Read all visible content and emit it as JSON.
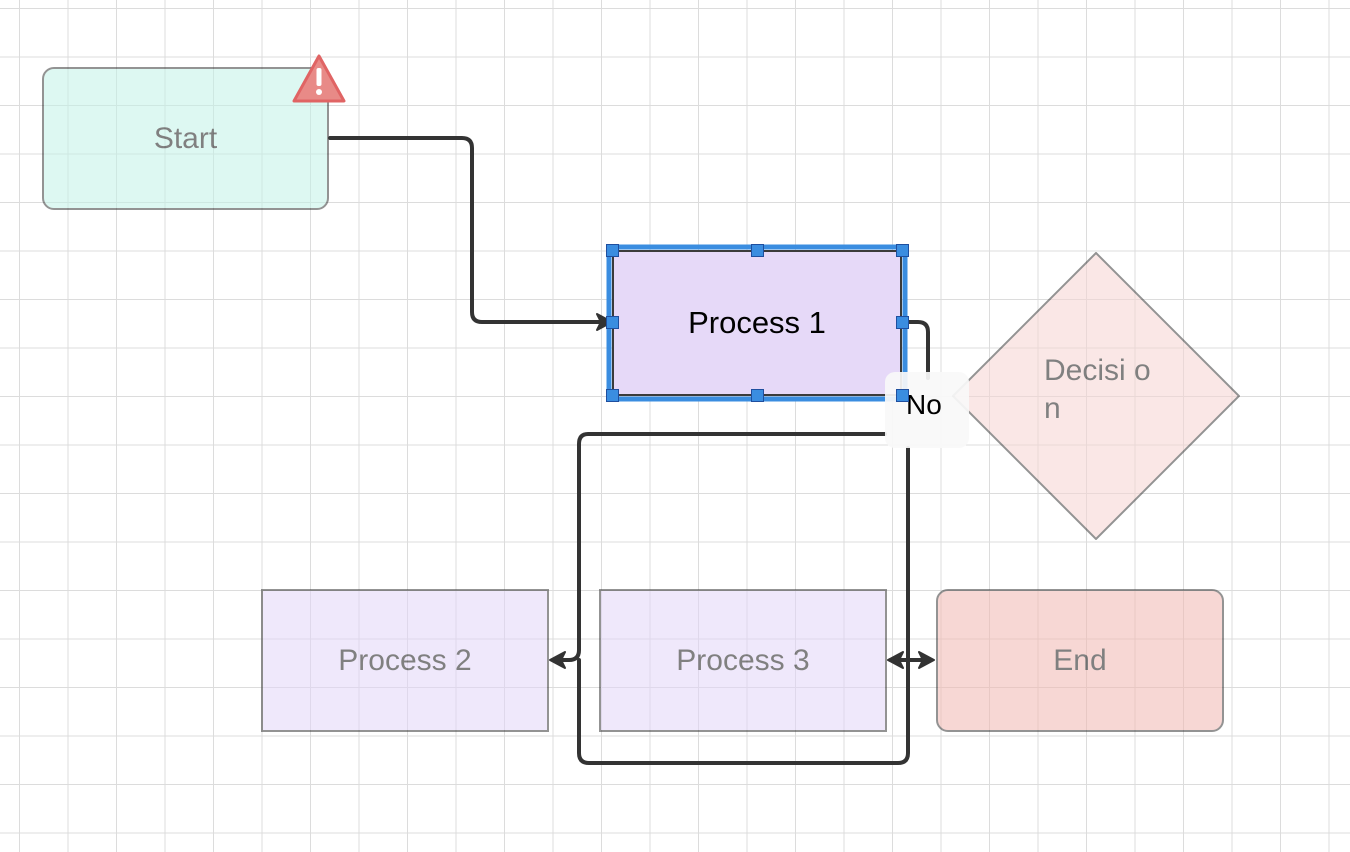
{
  "diagram": {
    "nodes": {
      "start": "Start",
      "process1": "Process 1",
      "process2": "Process 2",
      "process3": "Process 3",
      "decision": "Decisi on",
      "end": "End"
    },
    "edge_labels": {
      "no": "No"
    },
    "selected_node": "process1"
  },
  "colors": {
    "start_fill": "#c3f3e8",
    "process_fill": "#e2d6f8",
    "decision_fill": "#f6d5d3",
    "end_fill": "#f2b8b2",
    "selection": "#3a8de0",
    "warning": "#e06464",
    "edge": "#333333"
  },
  "icons": {
    "warning": "warning-triangle-icon",
    "arrowhead": "arrowhead-icon"
  }
}
